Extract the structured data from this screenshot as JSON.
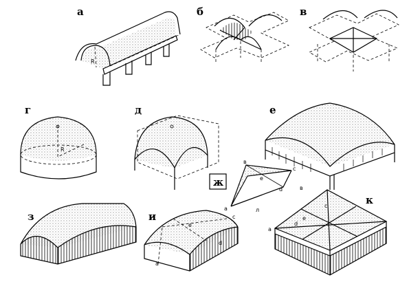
{
  "figures": [
    {
      "id": "a",
      "label": "а"
    },
    {
      "id": "b",
      "label": "б"
    },
    {
      "id": "v",
      "label": "в"
    },
    {
      "id": "g",
      "label": "г"
    },
    {
      "id": "d",
      "label": "д"
    },
    {
      "id": "e",
      "label": "е"
    },
    {
      "id": "zh",
      "label": "ж"
    },
    {
      "id": "z",
      "label": "з"
    },
    {
      "id": "i",
      "label": "и"
    },
    {
      "id": "k",
      "label": "к"
    }
  ],
  "annotations": {
    "radius": "R",
    "point_a": "а",
    "point_b": "в",
    "point_c": "с",
    "point_d": "d",
    "point_e": "е",
    "line_l": "л"
  }
}
